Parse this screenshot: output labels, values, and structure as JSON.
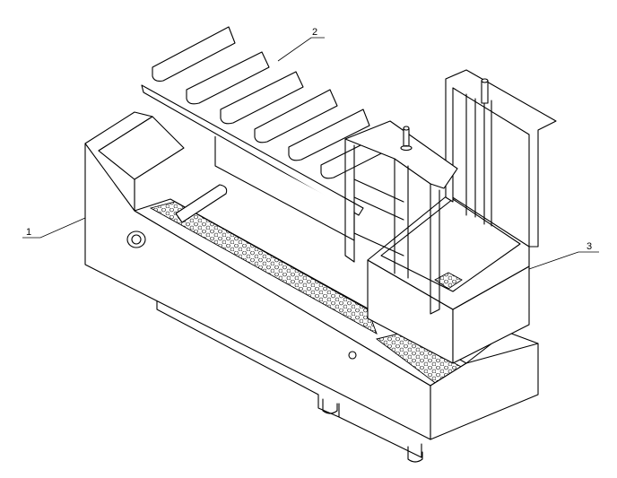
{
  "callouts": {
    "tank": "1",
    "plate_rack": "2",
    "side_tank": "3"
  }
}
